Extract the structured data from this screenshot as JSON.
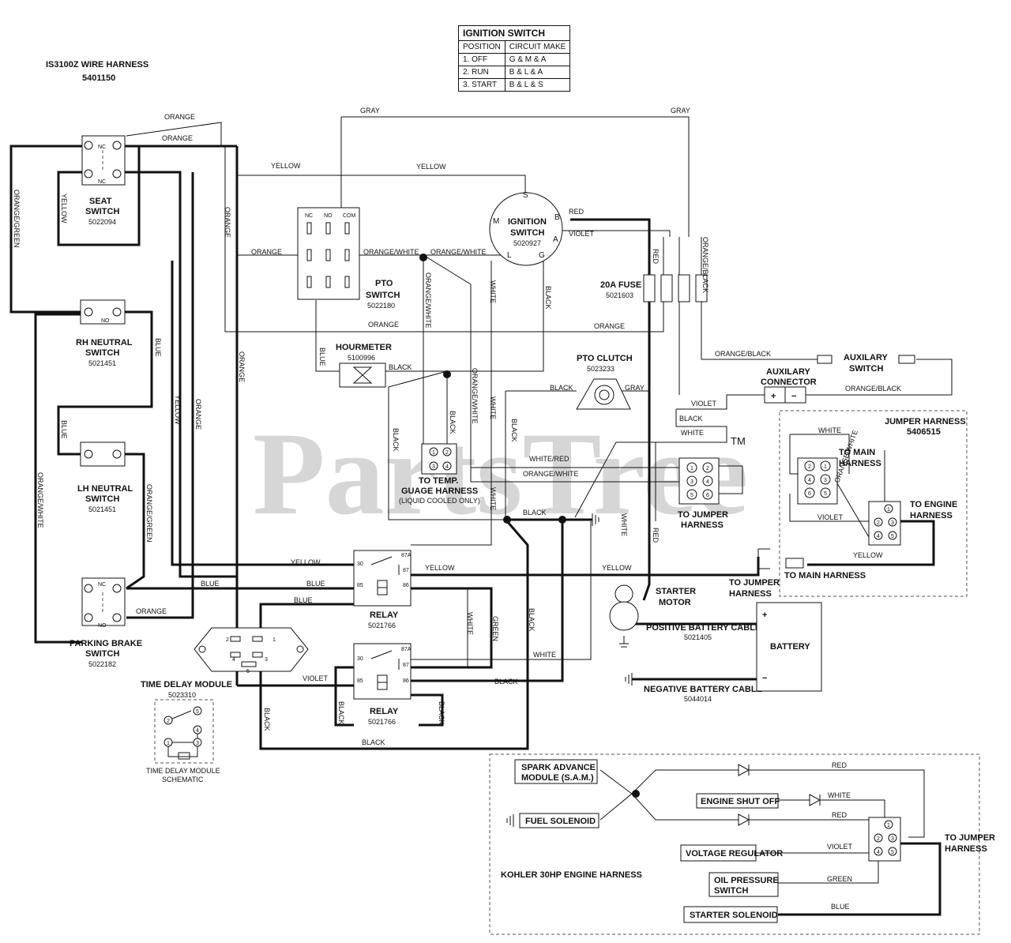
{
  "title": {
    "line1": "IS3100Z WIRE HARNESS",
    "line2": "5401150"
  },
  "ignition_table": {
    "heading": "IGNITION SWITCH",
    "col_position": "POSITION",
    "col_circuit": "CIRCUIT MAKE",
    "rows": [
      {
        "position": "1. OFF",
        "circuit": "G & M & A"
      },
      {
        "position": "2. RUN",
        "circuit": "B & L & A"
      },
      {
        "position": "3. START",
        "circuit": "B & L & S"
      }
    ]
  },
  "watermark": {
    "text": "PartsTree",
    "tm": "TM"
  },
  "components": {
    "seat_switch": {
      "name1": "SEAT",
      "name2": "SWITCH",
      "part": "5022094",
      "nc1": "NC",
      "nc2": "NC"
    },
    "rh_neutral": {
      "name1": "RH NEUTRAL",
      "name2": "SWITCH",
      "part": "5021451",
      "no": "NO"
    },
    "lh_neutral": {
      "name1": "LH NEUTRAL",
      "name2": "SWITCH",
      "part": "5021451"
    },
    "parking_brake": {
      "name1": "PARKING BRAKE",
      "name2": "SWITCH",
      "part": "5022182",
      "nc": "NC",
      "no": "NO"
    },
    "pto_switch": {
      "name1": "PTO",
      "name2": "SWITCH",
      "part": "5022180",
      "nc": "NC",
      "no": "NO",
      "com": "COM"
    },
    "ignition_switch": {
      "name1": "IGNITION",
      "name2": "SWITCH",
      "part": "5020927",
      "s": "S",
      "b": "B",
      "a": "A",
      "m": "M",
      "l": "L",
      "g": "G"
    },
    "hourmeter": {
      "name": "HOURMETER",
      "part": "5100996"
    },
    "fuse": {
      "name": "20A FUSE",
      "part": "5021603"
    },
    "pto_clutch": {
      "name": "PTO CLUTCH",
      "part": "5023233"
    },
    "aux_switch": {
      "name1": "AUXILARY",
      "name2": "SWITCH"
    },
    "aux_connector": {
      "name1": "AUXILARY",
      "name2": "CONNECTOR",
      "plus": "+",
      "minus": "−"
    },
    "temp_gauge": {
      "name1": "TO TEMP.",
      "name2": "GUAGE HARNESS",
      "note": "(LIQUID COOLED ONLY)"
    },
    "to_jumper_a": {
      "name1": "TO JUMPER",
      "name2": "HARNESS"
    },
    "relay1": {
      "name": "RELAY",
      "part": "5021766"
    },
    "relay2": {
      "name": "RELAY",
      "part": "5021766"
    },
    "time_delay": {
      "name": "TIME DELAY MODULE",
      "part": "5023310",
      "schem1": "TIME DELAY MODULE",
      "schem2": "SCHEMATIC"
    },
    "starter_motor": {
      "name1": "STARTER",
      "name2": "MOTOR"
    },
    "pos_cable": {
      "name": "POSITIVE BATTERY CABLE",
      "part": "5021405"
    },
    "neg_cable": {
      "name": "NEGATIVE BATTERY CABLE",
      "part": "5044014"
    },
    "battery": {
      "name": "BATTERY",
      "plus": "+",
      "minus": "−"
    },
    "to_jumper_b": {
      "name1": "TO JUMPER",
      "name2": "HARNESS"
    },
    "jumper_harness": {
      "name": "JUMPER HARNESS",
      "part": "5406515",
      "to_main1": "TO MAIN",
      "to_main2": "HARNESS",
      "to_engine1": "TO ENGINE",
      "to_engine2": "HARNESS",
      "to_main_harness": "TO MAIN HARNESS"
    },
    "kohler": {
      "title": "KOHLER 30HP ENGINE HARNESS",
      "sam1": "SPARK ADVANCE",
      "sam2": "MODULE (S.A.M.)",
      "fuel": "FUEL SOLENOID",
      "shutoff": "ENGINE SHUT OFF",
      "vreg": "VOLTAGE REGULATOR",
      "oil1": "OIL PRESSURE",
      "oil2": "SWITCH",
      "starter": "STARTER SOLENOID",
      "to_jumper1": "TO JUMPER",
      "to_jumper2": "HARNESS"
    }
  },
  "wire_labels": {
    "orange": "ORANGE",
    "yellow": "YELLOW",
    "gray": "GRAY",
    "blue": "BLUE",
    "black": "BLACK",
    "white": "WHITE",
    "red": "RED",
    "green": "GREEN",
    "violet": "VIOLET",
    "orange_green": "ORANGE/GREEN",
    "orange_white": "ORANGE/WHITE",
    "orange_black": "ORANGE/BLACK",
    "white_red": "WHITE/RED"
  },
  "pins": {
    "p1": "1",
    "p2": "2",
    "p3": "3",
    "p4": "4",
    "p5": "5",
    "p6": "6",
    "r30": "30",
    "r87a": "87A",
    "r87": "87",
    "r85": "85",
    "r86": "86"
  }
}
